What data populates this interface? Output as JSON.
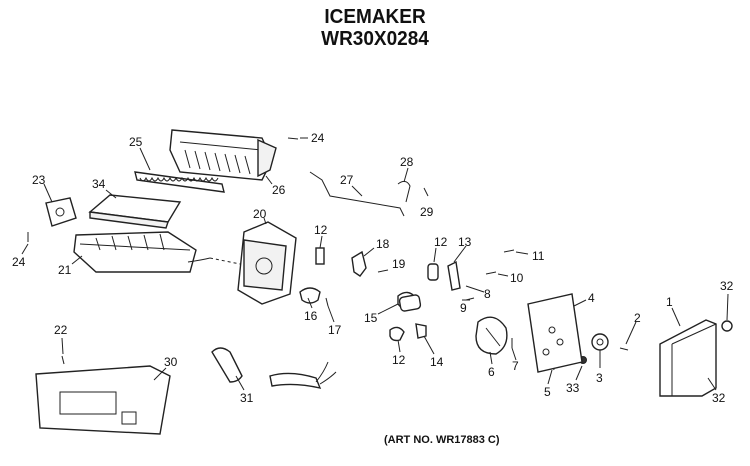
{
  "title": {
    "line1": "ICEMAKER",
    "line2": "WR30X0284"
  },
  "art_number": "(ART NO. WR17883 C)",
  "callouts": {
    "c1": "1",
    "c2": "2",
    "c3": "3",
    "c4": "4",
    "c5": "5",
    "c6": "6",
    "c7": "7",
    "c8": "8",
    "c9": "9",
    "c10": "10",
    "c11": "11",
    "c12a": "12",
    "c12b": "12",
    "c12c": "12",
    "c13": "13",
    "c14": "14",
    "c15": "15",
    "c16": "16",
    "c17": "17",
    "c18": "18",
    "c19": "19",
    "c20": "20",
    "c21": "21",
    "c22": "22",
    "c23": "23",
    "c24a": "24",
    "c24b": "24",
    "c25": "25",
    "c26": "26",
    "c27": "27",
    "c28": "28",
    "c29": "29",
    "c30": "30",
    "c31": "31",
    "c32a": "32",
    "c32b": "32",
    "c33": "33",
    "c34": "34"
  }
}
